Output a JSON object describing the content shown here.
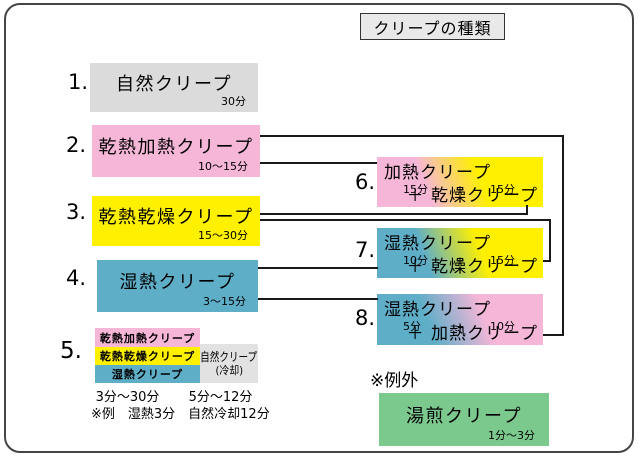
{
  "title": "クリープの種類",
  "boxes": [
    {
      "num": "1.",
      "label": "自然クリープ",
      "time": "30分"
    },
    {
      "num": "2.",
      "label": "乾熱加熱クリープ",
      "time": "10～15分"
    },
    {
      "num": "3.",
      "label": "乾熱乾燥クリープ",
      "time": "15～30分"
    },
    {
      "num": "4.",
      "label": "湿熱クリープ",
      "time": "3～15分"
    }
  ],
  "combo_boxes": [
    {
      "num": "6.",
      "top_label": "加熱クリープ",
      "time1": "15分",
      "plus": "+",
      "time2": "15分",
      "bottom_label": "＋ 乾燥クリープ"
    },
    {
      "num": "7.",
      "top_label": "湿熱クリープ",
      "time1": "10分",
      "plus": "+",
      "time2": "15分",
      "bottom_label": "＋ 乾燥クリープ"
    },
    {
      "num": "8.",
      "top_label": "湿熱クリープ",
      "time1": "5分",
      "plus": "+",
      "time2": "10分",
      "bottom_label": "＋ 加熱クリープ"
    }
  ],
  "stack": {
    "num": "5.",
    "rows": [
      {
        "label": "乾熱加熱クリープ"
      },
      {
        "label": "乾熱乾燥クリープ"
      },
      {
        "label": "湿熱クリープ"
      }
    ],
    "cool_label": "自然クリープ",
    "cool_sub": "(冷却)",
    "left_time": "3分～30分",
    "right_time": "5分～12分",
    "note": "※例　湿熱3分　自然冷却12分"
  },
  "exception": {
    "heading": "※例外",
    "label": "湯煎クリープ",
    "time": "1分～3分"
  },
  "colors": {
    "pink": "#F6B6D8",
    "yellow": "#FFF000",
    "teal": "#5FAEC8",
    "gray": "#DBDBDB",
    "light_gray": "#E2E2E2",
    "green": "#7CC98E",
    "line": "#1a1a1a"
  }
}
